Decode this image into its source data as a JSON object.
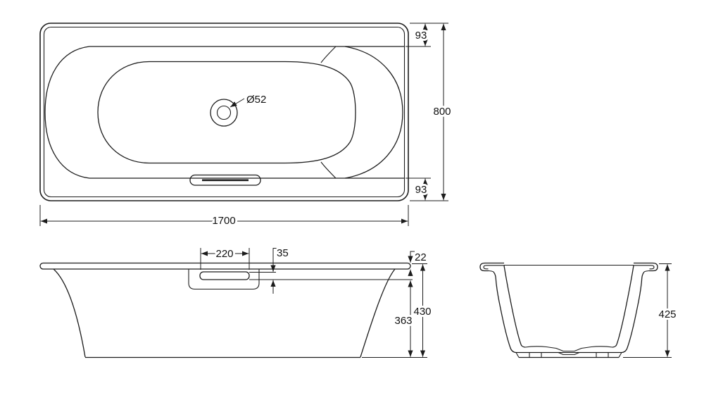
{
  "drawing": {
    "type": "technical-dimension-drawing",
    "subject": "bathtub-three-views",
    "colors": {
      "line": "#1c1c1c",
      "background": "#ffffff"
    },
    "plan_view": {
      "length_label": "1700",
      "width_label": "800",
      "inset_top_label": "93",
      "inset_bottom_label": "93",
      "drain_label": "Ø52"
    },
    "front_view": {
      "overflow_width_label": "220",
      "overflow_height_label": "35",
      "rim_thickness_label": "22",
      "overall_height_label": "430",
      "body_height_label": "363"
    },
    "end_view": {
      "overall_height_label": "425"
    }
  }
}
